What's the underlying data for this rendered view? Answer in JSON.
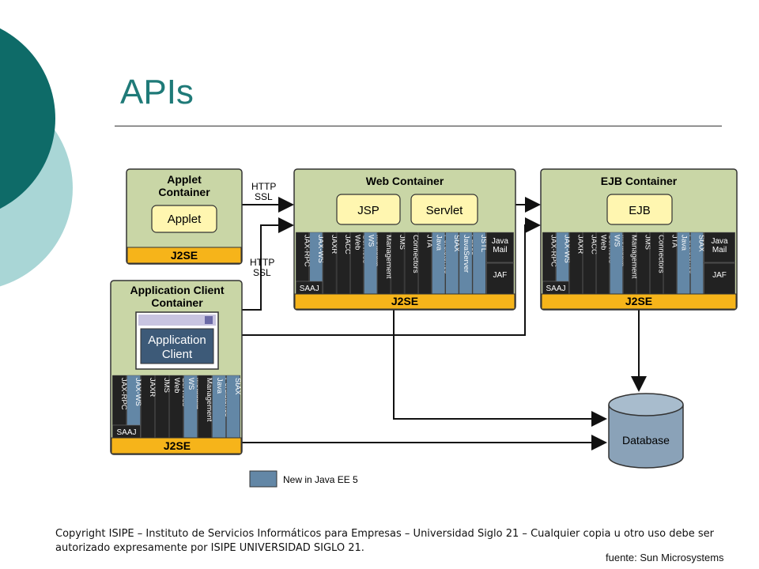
{
  "slide": {
    "title": "APIs",
    "copyright": "Copyright  ISIPE – Instituto de Servicios Informáticos para Empresas – Universidad Siglo 21 – Cualquier copia u otro uso debe ser autorizado expresamente por ISIPE UNIVERSIDAD SIGLO 21.",
    "source": "fuente: Sun Microsystems"
  },
  "colors": {
    "teal_dark": "#0e6b68",
    "teal_light": "#a9d6d6",
    "container_fill": "#c9d6a6",
    "j2se_fill": "#f6b41a",
    "component_fill": "#fff6b0",
    "api_dark": "#222222",
    "api_new": "#6387a6",
    "database_fill": "#8aa2b8"
  },
  "diagram": {
    "applet_container": {
      "title_line1": "Applet",
      "title_line2": "Container",
      "component": "Applet",
      "base": "J2SE"
    },
    "web_container": {
      "title": "Web Container",
      "components": [
        "JSP",
        "Servlet"
      ],
      "apis": [
        "JAX-RPC",
        "JAX-WS",
        "JAXR",
        "JACC",
        "Web Services",
        "WS Metadata",
        "Management",
        "JMS",
        "Connectors",
        "JTA",
        "Java Persistence",
        "StAX",
        "JavaServer Faces",
        "JSTL"
      ],
      "saaj": "SAAJ",
      "side_top": [
        "Java",
        "Mail"
      ],
      "side_bottom": "JAF",
      "base": "J2SE"
    },
    "ejb_container": {
      "title": "EJB Container",
      "component": "EJB",
      "apis": [
        "JAX-RPC",
        "JAX-WS",
        "JAXR",
        "JACC",
        "Web Services",
        "WS Metadata",
        "Management",
        "JMS",
        "Connectors",
        "JTA",
        "Java Persistence",
        "StAX"
      ],
      "saaj": "SAAJ",
      "side_top": [
        "Java",
        "Mail"
      ],
      "side_bottom": "JAF",
      "base": "J2SE"
    },
    "app_client_container": {
      "title_line1": "Application Client",
      "title_line2": "Container",
      "component_line1": "Application",
      "component_line2": "Client",
      "apis": [
        "JAX-RPC",
        "JAX-WS",
        "JAXR",
        "JMS",
        "Web Services",
        "WS Metadata",
        "Management",
        "Java Persistence",
        "StAX"
      ],
      "saaj": "SAAJ",
      "base": "J2SE"
    },
    "protocol_labels": [
      {
        "line1": "HTTP",
        "line2": "SSL"
      },
      {
        "line1": "HTTP",
        "line2": "SSL"
      }
    ],
    "database": "Database",
    "legend": "New in Java EE 5"
  }
}
